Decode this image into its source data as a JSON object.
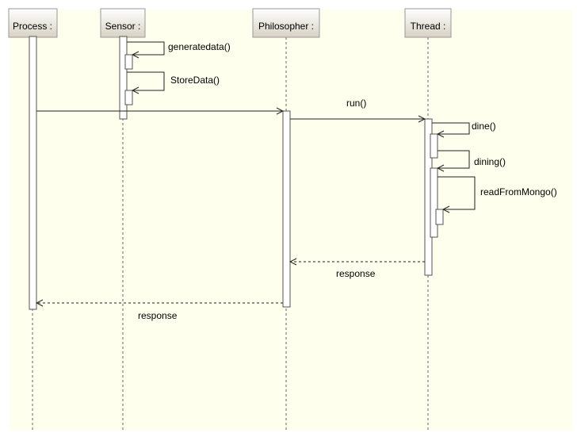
{
  "diagram": {
    "type": "sequence",
    "colors": {
      "background": "#ffffee",
      "lifeline": "#666666",
      "activation_fill": "#ffffff",
      "activation_stroke": "#555555",
      "message": "#222222",
      "header_gradient_top": "#ffffff",
      "header_gradient_bottom": "#d8d2c4"
    },
    "participants": [
      {
        "id": "process",
        "label": "Process :"
      },
      {
        "id": "sensor",
        "label": "Sensor :"
      },
      {
        "id": "philosopher",
        "label": "Philosopher :"
      },
      {
        "id": "thread",
        "label": "Thread :"
      }
    ],
    "messages": [
      {
        "id": "generatedata",
        "label": "generatedata()",
        "from": "sensor",
        "to": "sensor",
        "kind": "self-call"
      },
      {
        "id": "storedata",
        "label": "StoreData()",
        "from": "sensor",
        "to": "sensor",
        "kind": "self-call"
      },
      {
        "id": "process-to-philosopher",
        "label": "",
        "from": "process",
        "to": "philosopher",
        "kind": "sync-call"
      },
      {
        "id": "run",
        "label": "run()",
        "from": "philosopher",
        "to": "thread",
        "kind": "sync-call"
      },
      {
        "id": "dine",
        "label": "dine()",
        "from": "thread",
        "to": "thread",
        "kind": "self-call"
      },
      {
        "id": "dining",
        "label": "dining()",
        "from": "thread",
        "to": "thread",
        "kind": "self-call"
      },
      {
        "id": "readfrommongo",
        "label": "readFromMongo()",
        "from": "thread",
        "to": "thread",
        "kind": "self-call"
      },
      {
        "id": "response-thread",
        "label": "response",
        "from": "thread",
        "to": "philosopher",
        "kind": "return"
      },
      {
        "id": "response-philosopher",
        "label": "response",
        "from": "philosopher",
        "to": "process",
        "kind": "return"
      }
    ]
  }
}
